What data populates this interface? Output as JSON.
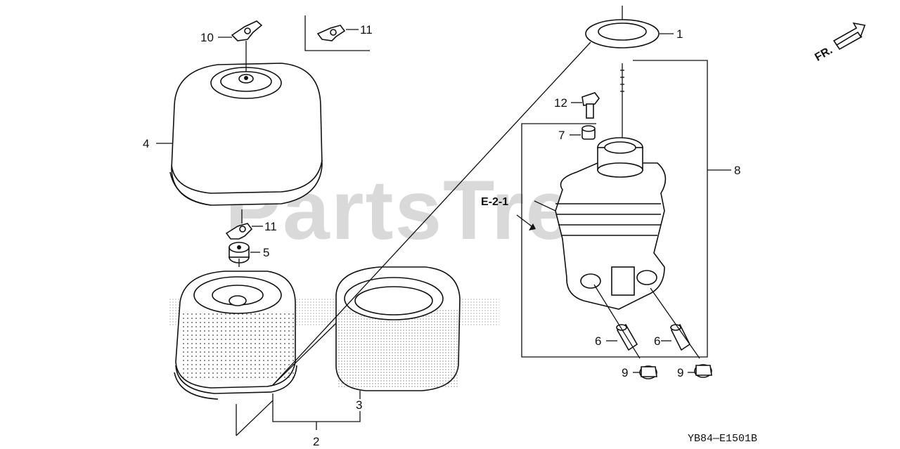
{
  "watermark": "PartsTree",
  "diagram_code": "YB84—E1501B",
  "direction_label": "FR.",
  "ref_label": "E-2-1",
  "callouts": {
    "c1": "1",
    "c2": "2",
    "c3": "3",
    "c4": "4",
    "c5": "5",
    "c6a": "6",
    "c6b": "6",
    "c7": "7",
    "c8": "8",
    "c9a": "9",
    "c9b": "9",
    "c10": "10",
    "c11a": "11",
    "c11b": "11",
    "c12": "12"
  }
}
